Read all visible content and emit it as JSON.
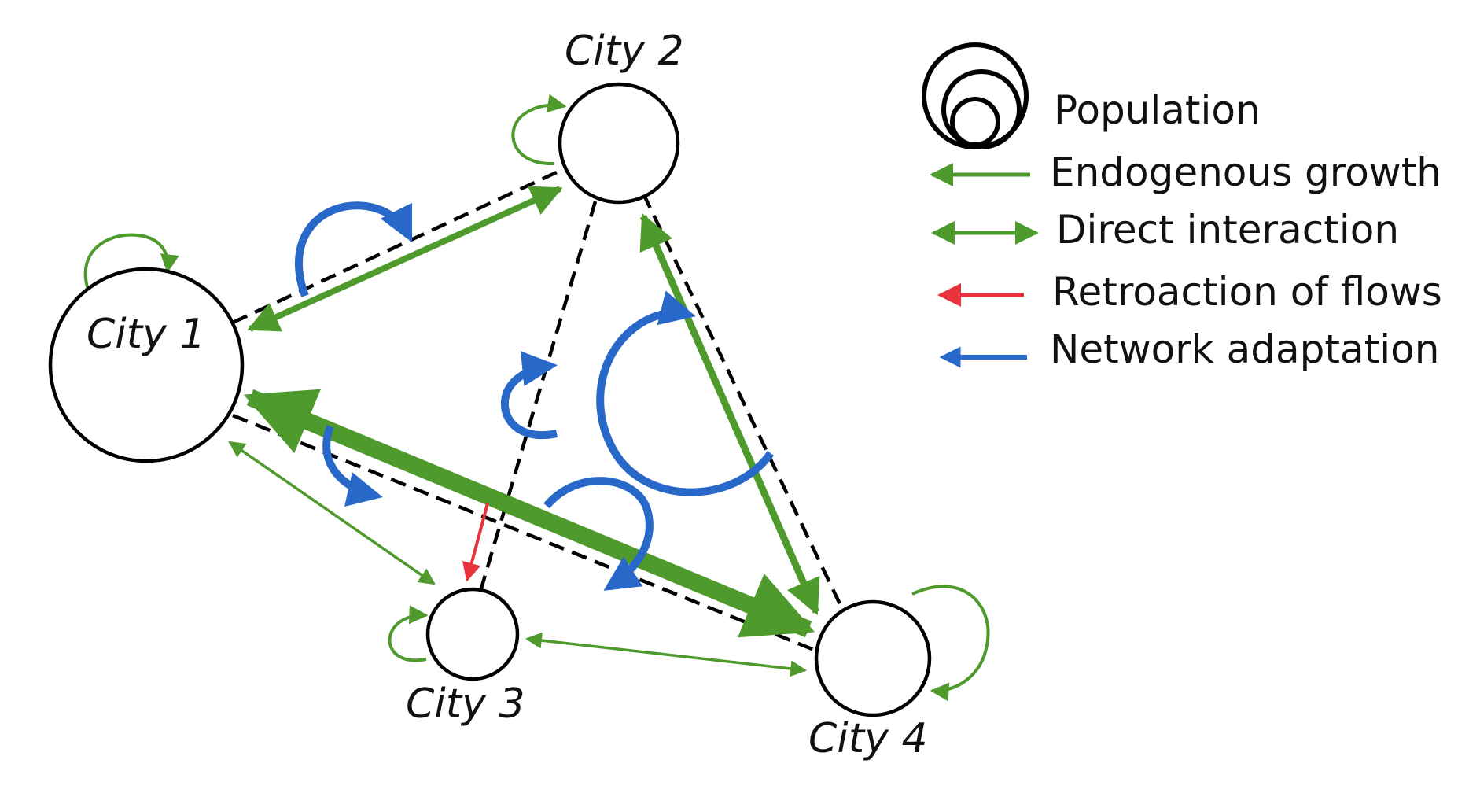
{
  "cities": [
    {
      "id": "city1",
      "label": "City 1"
    },
    {
      "id": "city2",
      "label": "City 2"
    },
    {
      "id": "city3",
      "label": "City 3"
    },
    {
      "id": "city4",
      "label": "City 4"
    }
  ],
  "legend": {
    "population": "Population",
    "endogenous_growth": "Endogenous growth",
    "direct_interaction": "Direct interaction",
    "retroaction_of_flows": "Retroaction of flows",
    "network_adaptation": "Network adaptation"
  },
  "colors": {
    "green": "#4f9a2c",
    "blue": "#2868c8",
    "red": "#e8323c",
    "black": "#000000"
  }
}
